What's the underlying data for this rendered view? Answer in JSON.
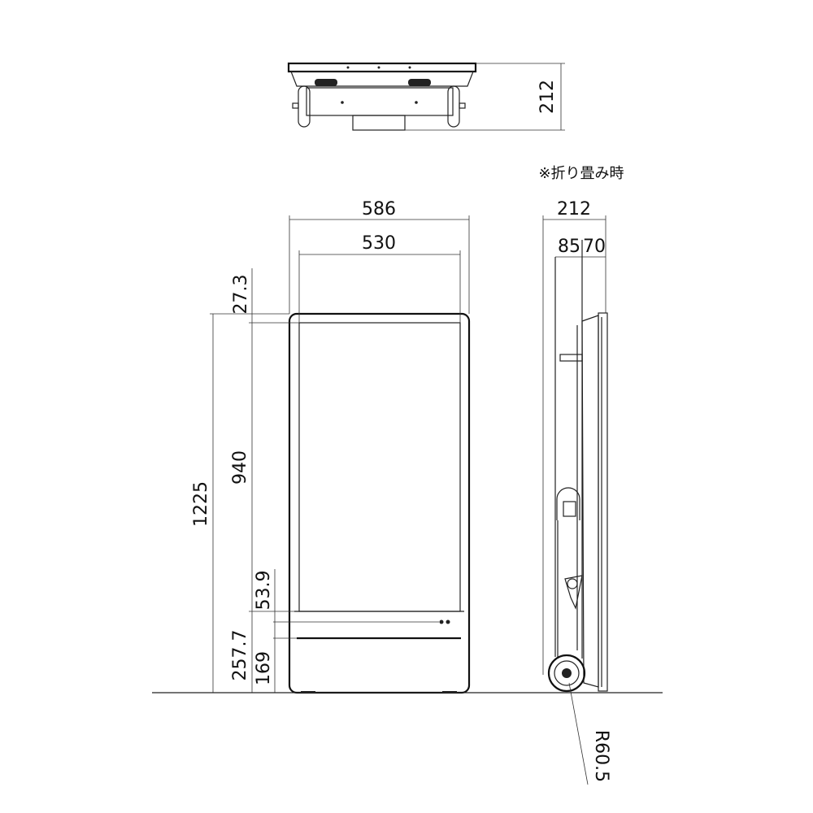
{
  "drawing": {
    "top_view": {
      "depth_label": "212"
    },
    "folded_note": "※折り畳み時",
    "front_view": {
      "width_outer": "586",
      "width_screen": "530",
      "top_bezel": "27.3",
      "height_total": "1225",
      "height_screen": "940",
      "bottom_bezel": "53.9",
      "screen_bottom_height": "257.7",
      "base_height": "169"
    },
    "side_view": {
      "depth_total": "212",
      "depth_part_a": "85",
      "depth_part_b": "70",
      "wheel_radius": "R60.5"
    }
  }
}
